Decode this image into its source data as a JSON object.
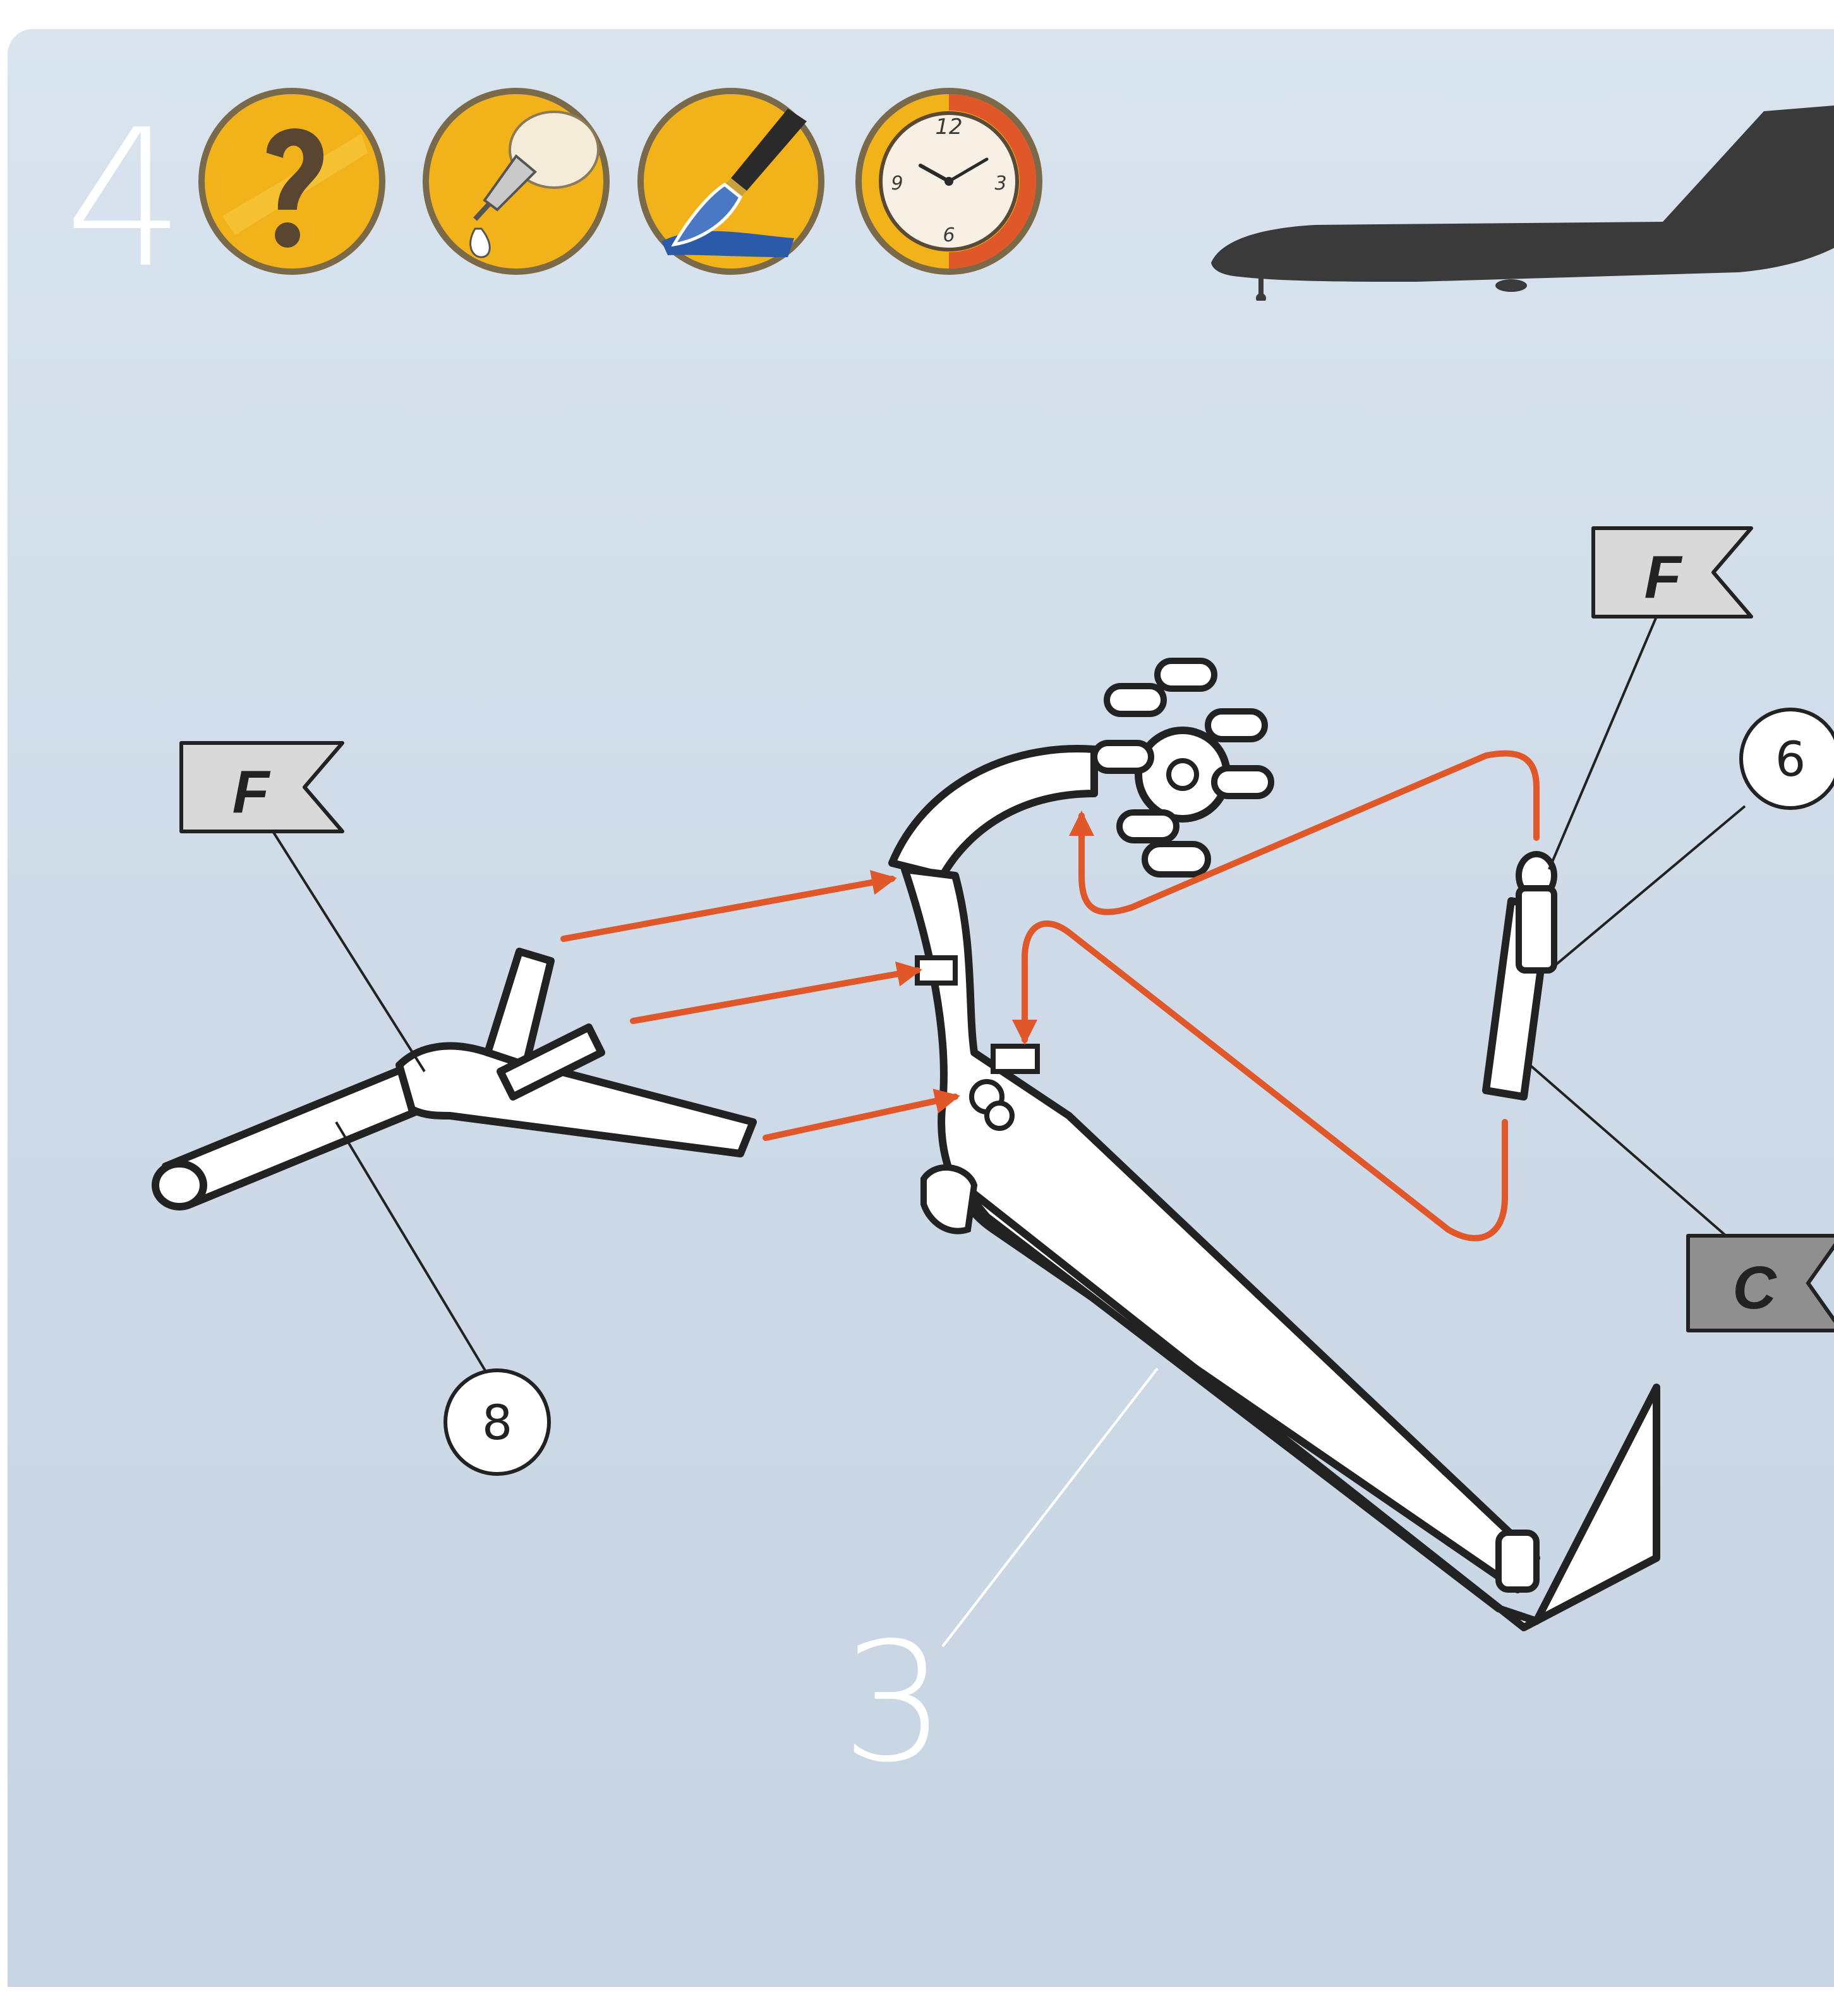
{
  "step": {
    "number": "4"
  },
  "tool_icons": [
    {
      "name": "question-icon"
    },
    {
      "name": "glue-icon"
    },
    {
      "name": "paint-brush-icon"
    },
    {
      "name": "clock-icon",
      "clock": {
        "numbers": [
          "12",
          "3",
          "6",
          "9"
        ]
      }
    }
  ],
  "silhouette": {
    "name": "aircraft-silhouette-icon"
  },
  "flags": {
    "left": "F",
    "top_right": "F",
    "bottom_right": "C"
  },
  "part_numbers": {
    "left_strut": "8",
    "right_actuator": "6",
    "main_leg": "3"
  },
  "colors": {
    "background": "#cfdbe8",
    "accent_arrow": "#e0572a",
    "icon_yellow": "#f2b31a",
    "flag_light": "#d9d9d9",
    "flag_dark": "#8f8f8f",
    "silhouette": "#3a3a3a"
  }
}
